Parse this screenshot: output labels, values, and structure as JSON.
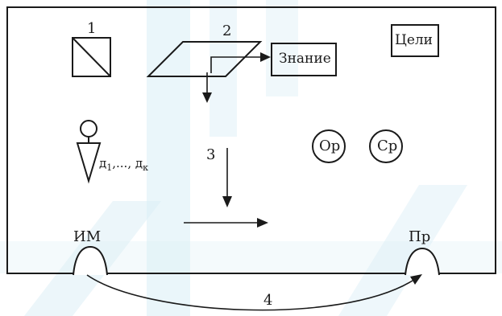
{
  "labels": {
    "n1": "1",
    "n2": "2",
    "n3": "3",
    "n4": "4",
    "znanie": "Знание",
    "tseli": "Цели",
    "or": "Ор",
    "sr": "Ср",
    "im": "ИМ",
    "pr": "Пр",
    "dk_prefix": "д",
    "dk_sub1": "1",
    "dk_mid": ",..., д",
    "dk_subk": "к"
  },
  "colors": {
    "ink": "#1a1a1a",
    "background_watermark": "#d9eef6"
  }
}
